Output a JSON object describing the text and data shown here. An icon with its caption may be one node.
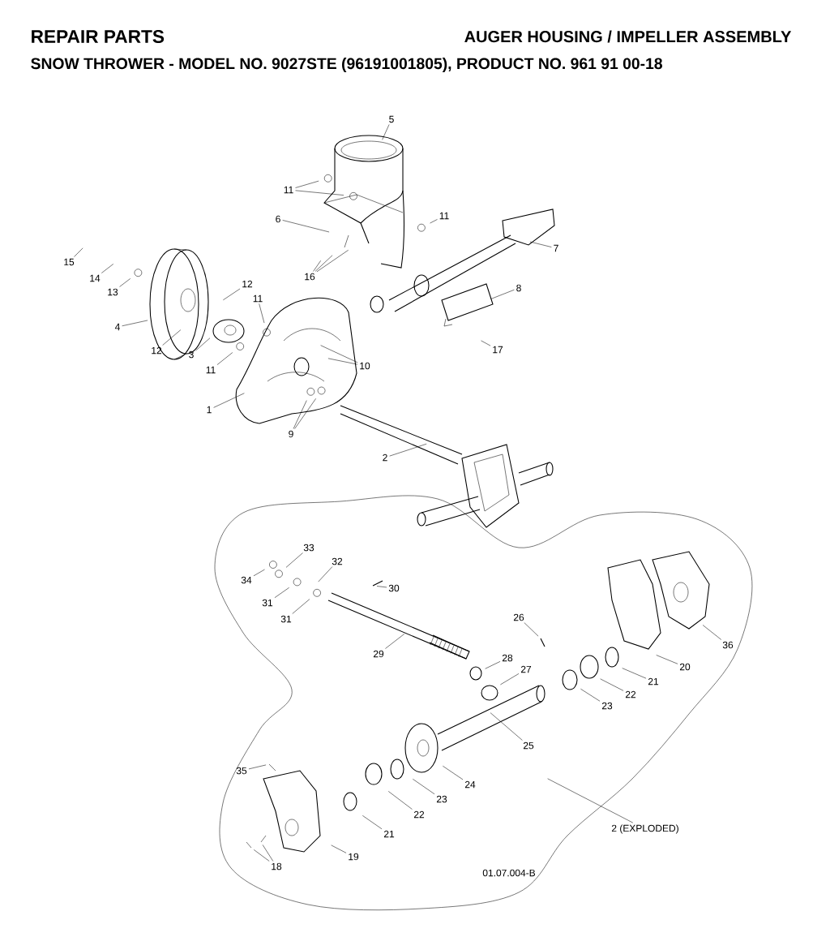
{
  "diagram": {
    "title": "REPAIR PARTS",
    "nodes": [
      {
        "text": [
          "5"
        ]
      },
      {
        "text": [
          "11"
        ]
      },
      {
        "text": [
          "11"
        ]
      },
      {
        "text": [
          "6"
        ]
      },
      {
        "text": [
          "7"
        ]
      },
      {
        "text": [
          "15"
        ]
      },
      {
        "text": [
          "14"
        ]
      },
      {
        "text": [
          "13"
        ]
      },
      {
        "text": [
          "16"
        ]
      },
      {
        "text": [
          "12"
        ]
      },
      {
        "text": [
          "8"
        ]
      },
      {
        "text": [
          "4"
        ]
      },
      {
        "text": [
          "11"
        ]
      },
      {
        "text": [
          "12"
        ]
      },
      {
        "text": [
          "3"
        ]
      },
      {
        "text": [
          "11"
        ]
      },
      {
        "text": [
          "17"
        ]
      },
      {
        "text": [
          "10"
        ]
      },
      {
        "text": [
          "1"
        ]
      },
      {
        "text": [
          "9"
        ]
      },
      {
        "text": [
          "2"
        ]
      },
      {
        "text": [
          "33"
        ]
      },
      {
        "text": [
          "32"
        ]
      },
      {
        "text": [
          "34"
        ]
      },
      {
        "text": [
          "30"
        ]
      },
      {
        "text": [
          "31"
        ]
      },
      {
        "text": [
          "31"
        ]
      },
      {
        "text": [
          "26"
        ]
      },
      {
        "text": [
          "29"
        ]
      },
      {
        "text": [
          "28"
        ]
      },
      {
        "text": [
          "36"
        ]
      },
      {
        "text": [
          "27"
        ]
      },
      {
        "text": [
          "21"
        ]
      },
      {
        "text": [
          "20"
        ]
      },
      {
        "text": [
          "22"
        ]
      },
      {
        "text": [
          "23"
        ]
      },
      {
        "text": [
          "25"
        ]
      },
      {
        "text": [
          "35"
        ]
      },
      {
        "text": [
          "24"
        ]
      },
      {
        "text": [
          "23"
        ]
      },
      {
        "text": [
          "22"
        ]
      },
      {
        "text": [
          "21"
        ]
      },
      {
        "text": [
          "2 (EXPLODED)"
        ]
      },
      {
        "text": [
          "19"
        ]
      },
      {
        "text": [
          "18"
        ]
      }
    ],
    "edges": [
      {
        "from": 0,
        "to": null,
        "arrow": "none"
      },
      {
        "from": 1,
        "to": null,
        "arrow": "none"
      },
      {
        "from": 1,
        "to": null,
        "arrow": "none"
      },
      {
        "from": 2,
        "to": null,
        "arrow": "none"
      },
      {
        "from": 3,
        "to": null,
        "arrow": "none"
      },
      {
        "from": 4,
        "to": null,
        "arrow": "none"
      },
      {
        "from": 5,
        "to": null,
        "arrow": "none"
      },
      {
        "from": 6,
        "to": null,
        "arrow": "none"
      },
      {
        "from": 7,
        "to": null,
        "arrow": "none"
      },
      {
        "from": 8,
        "to": null,
        "arrow": "none"
      },
      {
        "from": 8,
        "to": null,
        "arrow": "none"
      },
      {
        "from": 8,
        "to": null,
        "arrow": "none"
      },
      {
        "from": 9,
        "to": null,
        "arrow": "none"
      },
      {
        "from": 10,
        "to": null,
        "arrow": "none"
      },
      {
        "from": 11,
        "to": null,
        "arrow": "none"
      },
      {
        "from": 12,
        "to": null,
        "arrow": "none"
      },
      {
        "from": 13,
        "to": null,
        "arrow": "none"
      },
      {
        "from": 14,
        "to": null,
        "arrow": "none"
      },
      {
        "from": 15,
        "to": null,
        "arrow": "none"
      },
      {
        "from": 16,
        "to": null,
        "arrow": "none"
      },
      {
        "from": 17,
        "to": null,
        "arrow": "none"
      },
      {
        "from": 17,
        "to": null,
        "arrow": "none"
      },
      {
        "from": 18,
        "to": null,
        "arrow": "none"
      },
      {
        "from": 19,
        "to": null,
        "arrow": "none"
      },
      {
        "from": 19,
        "to": null,
        "arrow": "none"
      },
      {
        "from": 20,
        "to": null,
        "arrow": "none"
      },
      {
        "from": 21,
        "to": null,
        "arrow": "none"
      },
      {
        "from": 22,
        "to": null,
        "arrow": "none"
      },
      {
        "from": 23,
        "to": null,
        "arrow": "none"
      },
      {
        "from": 24,
        "to": null,
        "arrow": "none"
      },
      {
        "from": 25,
        "to": null,
        "arrow": "none"
      },
      {
        "from": 26,
        "to": null,
        "arrow": "none"
      },
      {
        "from": 27,
        "to": null,
        "arrow": "none"
      },
      {
        "from": 28,
        "to": null,
        "arrow": "none"
      },
      {
        "from": 29,
        "to": null,
        "arrow": "none"
      },
      {
        "from": 30,
        "to": null,
        "arrow": "none"
      },
      {
        "from": 31,
        "to": null,
        "arrow": "none"
      },
      {
        "from": 32,
        "to": null,
        "arrow": "none"
      },
      {
        "from": 33,
        "to": null,
        "arrow": "none"
      },
      {
        "from": 34,
        "to": null,
        "arrow": "none"
      },
      {
        "from": 35,
        "to": null,
        "arrow": "none"
      },
      {
        "from": 36,
        "to": null,
        "arrow": "none"
      },
      {
        "from": 37,
        "to": null,
        "arrow": "none"
      },
      {
        "from": 38,
        "to": null,
        "arrow": "none"
      },
      {
        "from": 39,
        "to": null,
        "arrow": "none"
      },
      {
        "from": 40,
        "to": null,
        "arrow": "none"
      },
      {
        "from": 41,
        "to": null,
        "arrow": "none"
      },
      {
        "from": 42,
        "to": null,
        "arrow": "none"
      },
      {
        "from": 43,
        "to": null,
        "arrow": "none"
      },
      {
        "from": 44,
        "to": null,
        "arrow": "none"
      },
      {
        "from": 44,
        "to": null,
        "arrow": "none"
      }
    ],
    "labels": [
      "AUGER HOUSING / IMPELLER ASSEMBLY",
      "SNOW THROWER - MODEL NO. 9027STE (96191001805), PRODUCT NO. 961 91 00-18",
      "01.07.004-B"
    ]
  }
}
